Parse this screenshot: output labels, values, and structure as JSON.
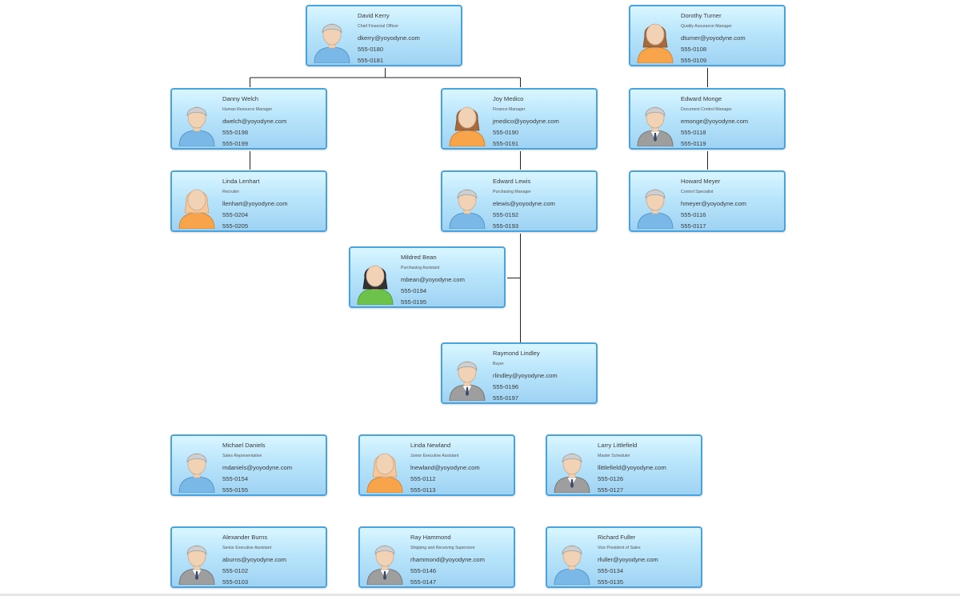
{
  "colors": {
    "card_border": "#4aa3df",
    "connector": "#222222",
    "male_blue": "#7ab8e8",
    "female_orange": "#f7a44a",
    "green": "#6cc24a",
    "gray_suit": "#9e9e9e"
  },
  "people": [
    {
      "id": "kerry",
      "name": "David Kerry",
      "title": "Chief Financial Officer",
      "email": "dkerry@yoyodyne.com",
      "phone1": "555-0180",
      "phone2": "555-0181",
      "avatar": "male-blue-avatar-icon"
    },
    {
      "id": "turner",
      "name": "Dorothy Turner",
      "title": "Quality Assurance Manager",
      "email": "dturner@yoyodyne.com",
      "phone1": "555-0108",
      "phone2": "555-0109",
      "avatar": "female-brown-hair-avatar-icon"
    },
    {
      "id": "welch",
      "name": "Danny Welch",
      "title": "Human Resource Manager",
      "email": "dwelch@yoyodyne.com",
      "phone1": "555-0198",
      "phone2": "555-0199",
      "avatar": "male-blue-avatar-icon"
    },
    {
      "id": "medico",
      "name": "Joy Medico",
      "title": "Finance Manager",
      "email": "jmedico@yoyodyne.com",
      "phone1": "555-0190",
      "phone2": "555-0191",
      "avatar": "female-brown-hair-avatar-icon"
    },
    {
      "id": "monge",
      "name": "Edward Monge",
      "title": "Document Control Manager",
      "email": "emonge@yoyodyne.com",
      "phone1": "555-0118",
      "phone2": "555-0119",
      "avatar": "male-suit-avatar-icon"
    },
    {
      "id": "lenhart",
      "name": "Linda Lenhart",
      "title": "Recruiter",
      "email": "llenhart@yoyodyne.com",
      "phone1": "555-0204",
      "phone2": "555-0205",
      "avatar": "female-blonde-avatar-icon"
    },
    {
      "id": "lewis",
      "name": "Edward Lewis",
      "title": "Purchasing Manager",
      "email": "elewis@yoyodyne.com",
      "phone1": "555-0192",
      "phone2": "555-0193",
      "avatar": "male-blue-avatar-icon"
    },
    {
      "id": "meyer",
      "name": "Howard Meyer",
      "title": "Control Specialist",
      "email": "hmeyer@yoyodyne.com",
      "phone1": "555-0116",
      "phone2": "555-0117",
      "avatar": "male-blue-avatar-icon"
    },
    {
      "id": "bean",
      "name": "Mildred Bean",
      "title": "Purchasing Assistant",
      "email": "mbean@yoyodyne.com",
      "phone1": "555-0194",
      "phone2": "555-0195",
      "avatar": "female-dark-hair-green-avatar-icon"
    },
    {
      "id": "lindley",
      "name": "Raymond Lindley",
      "title": "Buyer",
      "email": "rlindley@yoyodyne.com",
      "phone1": "555-0196",
      "phone2": "555-0197",
      "avatar": "male-suit-avatar-icon"
    },
    {
      "id": "daniels",
      "name": "Michael Daniels",
      "title": "Sales Representative",
      "email": "mdaniels@yoyodyne.com",
      "phone1": "555-0154",
      "phone2": "555-0155",
      "avatar": "male-blue-avatar-icon"
    },
    {
      "id": "newland",
      "name": "Linda Newland",
      "title": "Junior Executive Assistant",
      "email": "lnewland@yoyodyne.com",
      "phone1": "555-0112",
      "phone2": "555-0113",
      "avatar": "female-blonde-avatar-icon"
    },
    {
      "id": "littlefield",
      "name": "Larry Littlefield",
      "title": "Master Scheduler",
      "email": "llittlefield@yoyodyne.com",
      "phone1": "555-0126",
      "phone2": "555-0127",
      "avatar": "male-suit-avatar-icon"
    },
    {
      "id": "burns",
      "name": "Alexander Burns",
      "title": "Senior Executive Assistant",
      "email": "aburns@yoyodyne.com",
      "phone1": "555-0102",
      "phone2": "555-0103",
      "avatar": "male-suit-avatar-icon"
    },
    {
      "id": "hammond",
      "name": "Ray Hammond",
      "title": "Shipping and Receiving Supervisor",
      "email": "rhammond@yoyodyne.com",
      "phone1": "555-0146",
      "phone2": "555-0147",
      "avatar": "male-suit-avatar-icon"
    },
    {
      "id": "fuller",
      "name": "Richard Fuller",
      "title": "Vice President of Sales",
      "email": "rfuller@yoyodyne.com",
      "phone1": "555-0134",
      "phone2": "555-0135",
      "avatar": "male-blue-avatar-icon"
    }
  ],
  "relations": [
    {
      "from": "kerry",
      "to": "welch"
    },
    {
      "from": "kerry",
      "to": "medico"
    },
    {
      "from": "turner",
      "to": "monge"
    },
    {
      "from": "welch",
      "to": "lenhart"
    },
    {
      "from": "medico",
      "to": "lewis"
    },
    {
      "from": "monge",
      "to": "meyer"
    },
    {
      "from": "lewis",
      "to": "bean"
    },
    {
      "from": "lewis",
      "to": "lindley"
    }
  ]
}
